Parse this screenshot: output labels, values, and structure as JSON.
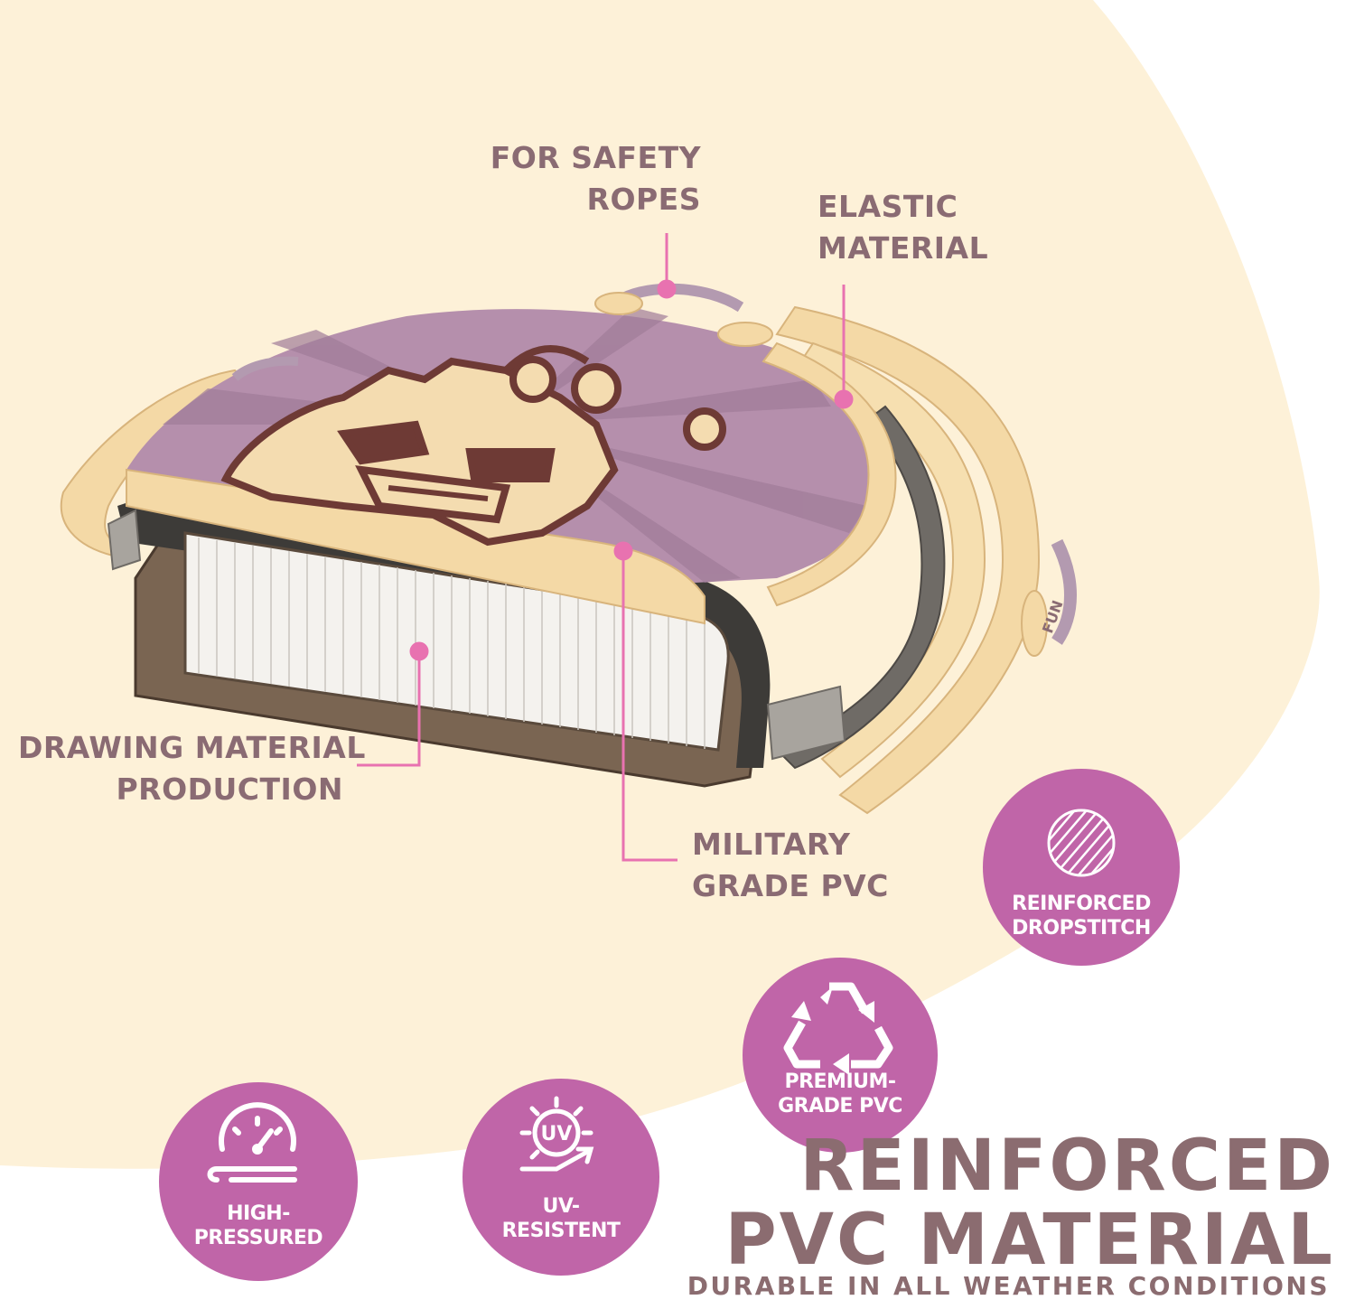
{
  "colors": {
    "background_shape": "#fdf1d8",
    "text": "#8a6b73",
    "badge": "#c065a8",
    "leader_line": "#e872b0",
    "board_top": "#b58fac",
    "board_edge": "#f4d9a6",
    "tiki": "#6e3a35"
  },
  "callouts": {
    "safety_ropes": [
      "FOR SAFETY",
      "ROPES"
    ],
    "elastic_material": [
      "ELASTIC",
      "MATERIAL"
    ],
    "drawing_material": [
      "DRAWING MATERIAL",
      "PRODUCTION"
    ],
    "military_pvc": [
      "MILITARY",
      "GRADE PVC"
    ]
  },
  "badges": [
    {
      "id": "dropstitch",
      "icon": "stripes-circle-icon",
      "label": [
        "REINFORCED",
        "DROPSTITCH"
      ]
    },
    {
      "id": "premium",
      "icon": "recycle-icon",
      "label": [
        "PREMIUM-",
        "GRADE PVC"
      ]
    },
    {
      "id": "uv",
      "icon": "uv-sun-icon",
      "label": [
        "UV-",
        "RESISTENT"
      ],
      "icon_text": "UV"
    },
    {
      "id": "pressure",
      "icon": "pressure-gauge-icon",
      "label": [
        "HIGH-",
        "PRESSURED"
      ]
    }
  ],
  "headline": [
    "REINFORCED",
    "PVC MATERIAL"
  ],
  "tagline": "DURABLE IN ALL WEATHER CONDITIONS",
  "board_brand_text": "FUN"
}
